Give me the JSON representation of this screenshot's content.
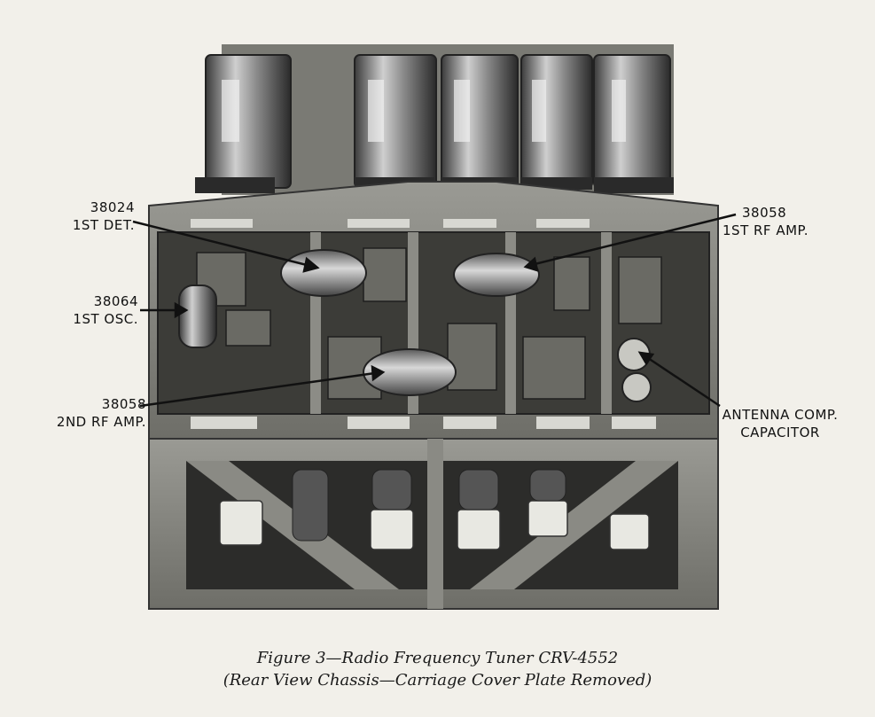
{
  "labels": {
    "first_det": {
      "part": "38024",
      "desc": "1ST DET."
    },
    "first_osc": {
      "part": "38064",
      "desc": "1ST OSC."
    },
    "second_rf_amp": {
      "part": "38058",
      "desc": "2ND RF AMP."
    },
    "first_rf_amp": {
      "part": "38058",
      "desc": "1ST RF AMP."
    },
    "antenna_comp": {
      "line1": "ANTENNA COMP.",
      "line2": "CAPACITOR"
    }
  },
  "caption": {
    "line1": "Figure 3—Radio Frequency Tuner CRV-4552",
    "line2": "(Rear View Chassis—Carriage Cover Plate Removed)"
  }
}
